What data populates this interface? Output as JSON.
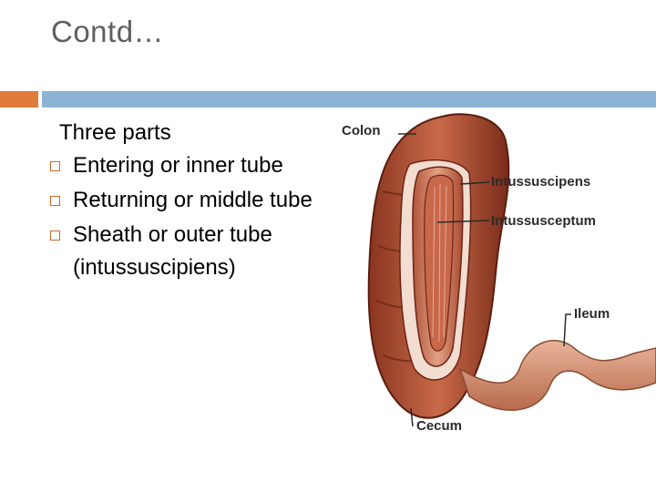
{
  "slide": {
    "title": "Contd…",
    "lead": "Three parts",
    "bullets": [
      "Entering or inner tube",
      "Returning or middle tube",
      "Sheath or outer tube (intussuscipiens)"
    ]
  },
  "figure": {
    "labels": {
      "colon": "Colon",
      "intussuscipens": "Intussuscipens",
      "intussusceptum": "Intussusceptum",
      "ileum": "Ileum",
      "cecum": "Cecum"
    }
  },
  "colors": {
    "accent_orange": "#e07b39",
    "accent_blue": "#8db3d4",
    "bullet_border": "#cc6a2c",
    "tissue_dark": "#6e2416",
    "tissue_mid": "#a8452c",
    "tissue_light": "#d98a6a"
  }
}
